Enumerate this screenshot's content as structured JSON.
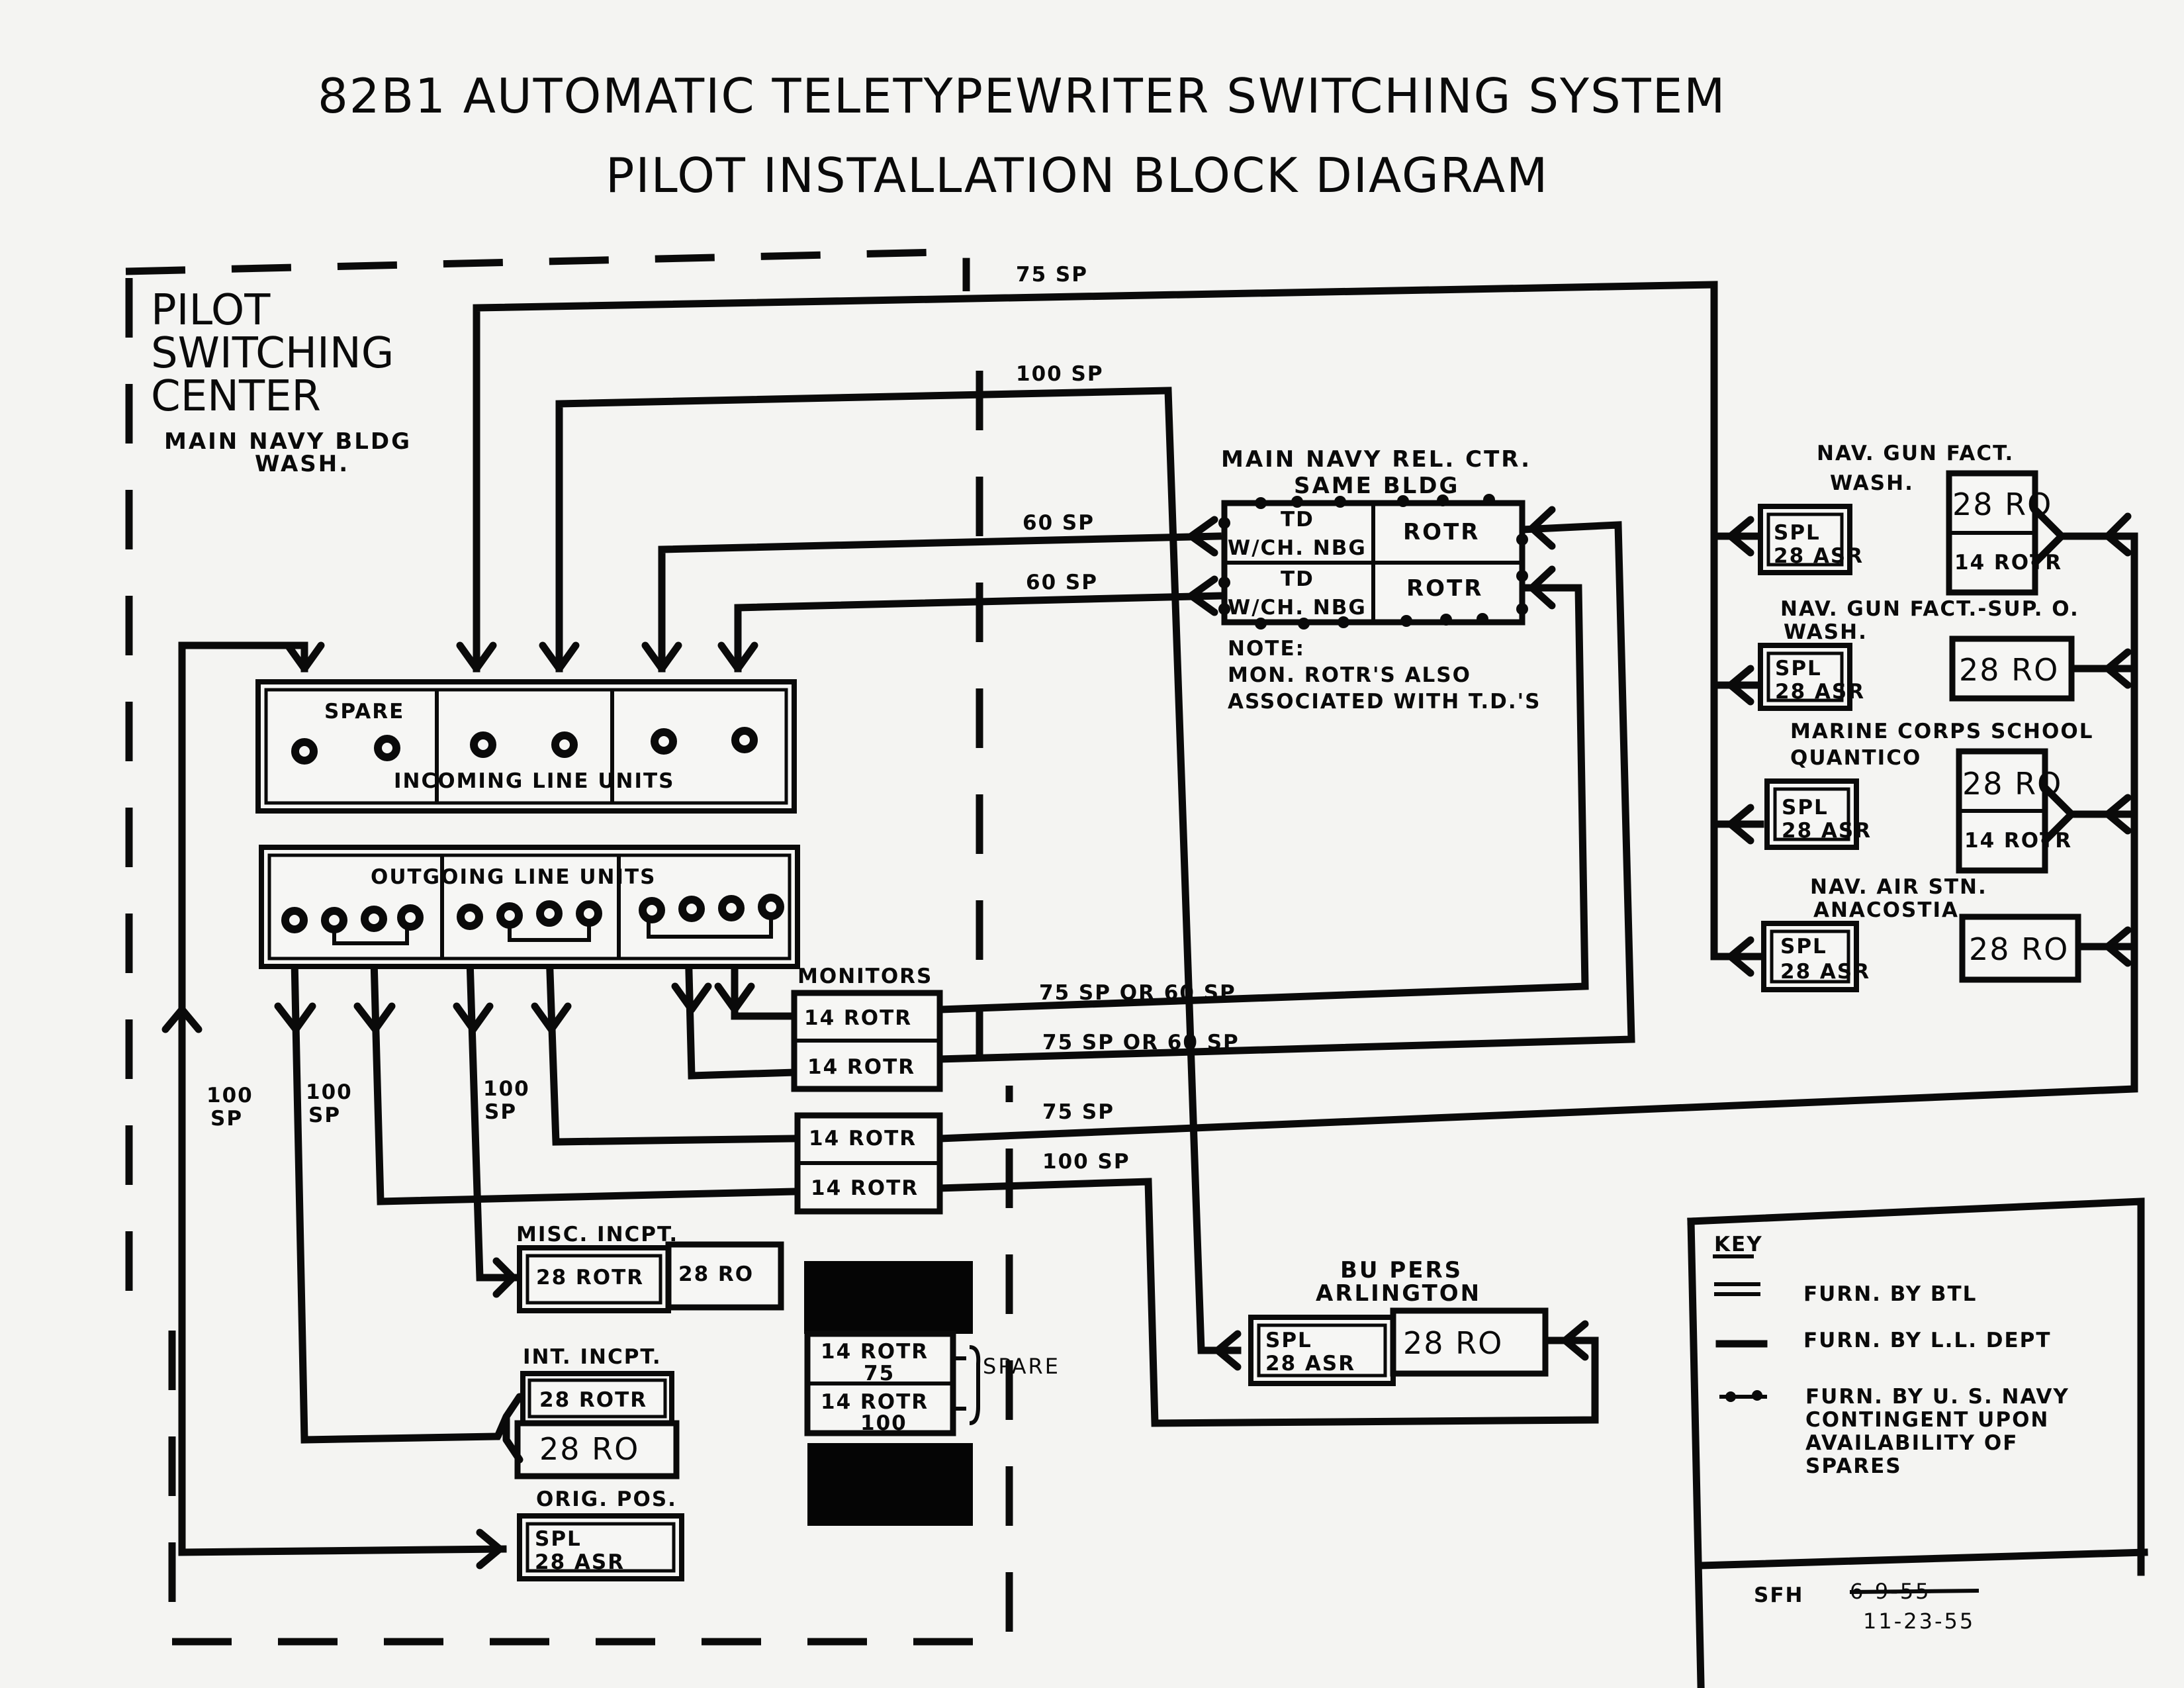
{
  "title": {
    "line1": "82B1 AUTOMATIC TELETYPEWRITER SWITCHING SYSTEM",
    "line2": "PILOT INSTALLATION BLOCK DIAGRAM"
  },
  "pilot_center": {
    "name_lines": [
      "PILOT",
      "SWITCHING",
      "CENTER"
    ],
    "location_lines": [
      "MAIN NAVY BLDG",
      "WASH."
    ]
  },
  "line_units": {
    "incoming_label": "INCOMING LINE UNITS",
    "spare_label": "SPARE",
    "outgoing_label": "OUTGOING LINE UNITS"
  },
  "circuit_labels": {
    "top_75": "75 SP",
    "top_100": "100 SP",
    "relay_60_a": "60 SP",
    "relay_60_b": "60 SP",
    "monitor_a": "75 SP OR 60 SP",
    "monitor_b": "75 SP OR 60 SP",
    "mid_75": "75 SP",
    "mid_100": "100 SP",
    "vert_1": [
      "100",
      "SP"
    ],
    "vert_2": [
      "100",
      "SP"
    ],
    "vert_3": [
      "100",
      "SP"
    ]
  },
  "relay_center": {
    "title_lines": [
      "MAIN NAVY REL. CTR.",
      "SAME BLDG"
    ],
    "td_label": [
      "TD",
      "W/CH. NBG"
    ],
    "rotr_label": "ROTR",
    "note_lines": [
      "NOTE:",
      "MON. ROTR'S ALSO",
      "ASSOCIATED WITH T.D.'S"
    ]
  },
  "monitors": {
    "label": "MONITORS",
    "units": [
      "14 ROTR",
      "14 ROTR"
    ]
  },
  "mid_rotrs": [
    "14 ROTR",
    "14 ROTR"
  ],
  "misc_incpt": {
    "label": "MISC. INCPT.",
    "units": [
      "28 ROTR",
      "28 RO"
    ]
  },
  "int_incpt": {
    "label": "INT. INCPT.",
    "units": [
      "28 ROTR",
      "28 RO"
    ]
  },
  "orig_pos": {
    "label": "ORIG. POS.",
    "unit": [
      "SPL",
      "28 ASR"
    ]
  },
  "spare_rack": {
    "units": [
      [
        "14 ROTR",
        "75"
      ],
      [
        "14 ROTR",
        "100"
      ]
    ],
    "label": "SPARE"
  },
  "bu_pers": {
    "label_lines": [
      "BU PERS",
      "ARLINGTON"
    ],
    "asr": [
      "SPL",
      "28 ASR"
    ],
    "ro": "28 RO"
  },
  "remote_stations": [
    {
      "label_lines": [
        "NAV. GUN FACT.",
        "WASH."
      ],
      "asr": [
        "SPL",
        "28 ASR"
      ],
      "receivers": [
        "28 RO",
        "14 ROTR"
      ]
    },
    {
      "label_lines": [
        "NAV. GUN FACT.-SUP. O.",
        "WASH."
      ],
      "asr": [
        "SPL",
        "28 ASR"
      ],
      "receivers": [
        "28 RO"
      ]
    },
    {
      "label_lines": [
        "MARINE CORPS SCHOOL",
        "QUANTICO"
      ],
      "asr": [
        "SPL",
        "28 ASR"
      ],
      "receivers": [
        "28 RO",
        "14 ROTR"
      ]
    },
    {
      "label_lines": [
        "NAV. AIR STN.",
        "ANACOSTIA"
      ],
      "asr": [
        "SPL",
        "28 ASR"
      ],
      "receivers": [
        "28 RO"
      ]
    }
  ],
  "key": {
    "title": "KEY",
    "items": [
      {
        "symbol": "double-line",
        "text": [
          "FURN. BY BTL"
        ]
      },
      {
        "symbol": "heavy-line",
        "text": [
          "FURN. BY L.L. DEPT"
        ]
      },
      {
        "symbol": "dotted-line",
        "text": [
          "FURN. BY U. S. NAVY",
          "CONTINGENT UPON",
          "AVAILABILITY OF",
          "SPARES"
        ]
      }
    ]
  },
  "signature": {
    "initials": "SFH",
    "struck_date": "6-9-55",
    "date": "11-23-55"
  }
}
